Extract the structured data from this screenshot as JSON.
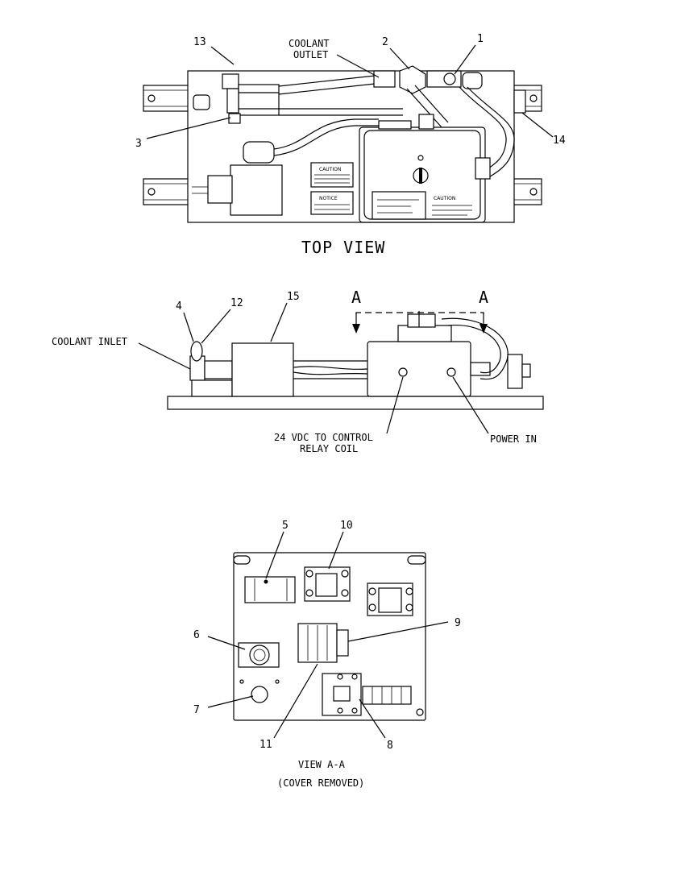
{
  "top_view": {
    "title": "TOP VIEW",
    "callouts": {
      "c1": "1",
      "c2": "2",
      "c3": "3",
      "c13": "13",
      "c14": "14"
    },
    "coolant_outlet_line1": "COOLANT",
    "coolant_outlet_line2": "OUTLET",
    "caution_label_left": "CAUTION",
    "notice_label": "NOTICE",
    "caution_label_right": "CAUTION"
  },
  "side_view": {
    "callouts": {
      "c4": "4",
      "c12": "12",
      "c15": "15"
    },
    "section_a_left": "A",
    "section_a_right": "A",
    "coolant_inlet": "COOLANT INLET",
    "control_line1": "24 VDC TO CONTROL",
    "control_line2": "RELAY COIL",
    "power_in": "POWER IN"
  },
  "view_aa": {
    "callouts": {
      "c5": "5",
      "c6": "6",
      "c7": "7",
      "c8": "8",
      "c9": "9",
      "c10": "10",
      "c11": "11"
    },
    "title_line1": "VIEW A-A",
    "title_line2": "(COVER REMOVED)"
  }
}
